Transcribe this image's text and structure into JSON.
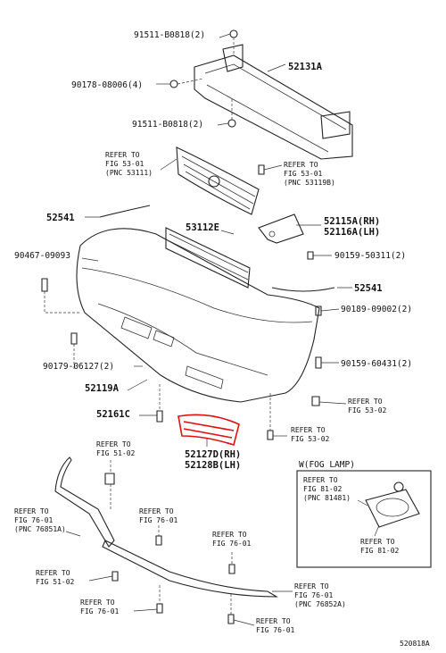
{
  "parts": {
    "p1": "91511-B0818(2)",
    "p2": "52131A",
    "p3": "90178-08006(4)",
    "p4": "91511-B0818(2)",
    "p5_ref": "REFER TO",
    "p5_fig": "FIG 53-01",
    "p5_pnc": "(PNC 53111)",
    "p6_ref": "REFER TO",
    "p6_fig": "FIG 53-01",
    "p6_pnc": "(PNC 53119B)",
    "p7": "52541",
    "p8": "53112E",
    "p9a": "52115A(RH)",
    "p9b": "52116A(LH)",
    "p10": "90467-09093",
    "p11": "90159-50311(2)",
    "p12": "52541",
    "p13": "90189-09002(2)",
    "p14": "90179-06127(2)",
    "p15": "90159-60431(2)",
    "p16": "52119A",
    "p17_ref": "REFER TO",
    "p17_fig": "FIG 53-02",
    "p18": "52161C",
    "p19_ref": "REFER TO",
    "p19_fig": "FIG 53-02",
    "p20a": "52127D(RH)",
    "p20b": "52128B(LH)",
    "p21_ref": "REFER TO",
    "p21_fig": "FIG 51-02",
    "fog_title": "W(FOG LAMP)",
    "fog_ref1": "REFER TO",
    "fog_fig1": "FIG 81-02",
    "fog_pnc1": "(PNC 81481)",
    "fog_ref2": "REFER TO",
    "fog_fig2": "FIG 81-02",
    "p22_ref": "REFER TO",
    "p22_fig": "FIG 76-01",
    "p22_pnc": "(PNC 76851A)",
    "p23_ref": "REFER TO",
    "p23_fig": "FIG 76-01",
    "p24_ref": "REFER TO",
    "p24_fig": "FIG 76-01",
    "p25_ref": "REFER TO",
    "p25_fig": "FIG 51-02",
    "p26_ref": "REFER TO",
    "p26_fig": "FIG 76-01",
    "p26_pnc": "(PNC 76852A)",
    "p27_ref": "REFER TO",
    "p27_fig": "FIG 76-01",
    "p28_ref": "REFER TO",
    "p28_fig": "FIG 76-01",
    "diagram_code": "520818A"
  },
  "highlight_color": "#e01010"
}
